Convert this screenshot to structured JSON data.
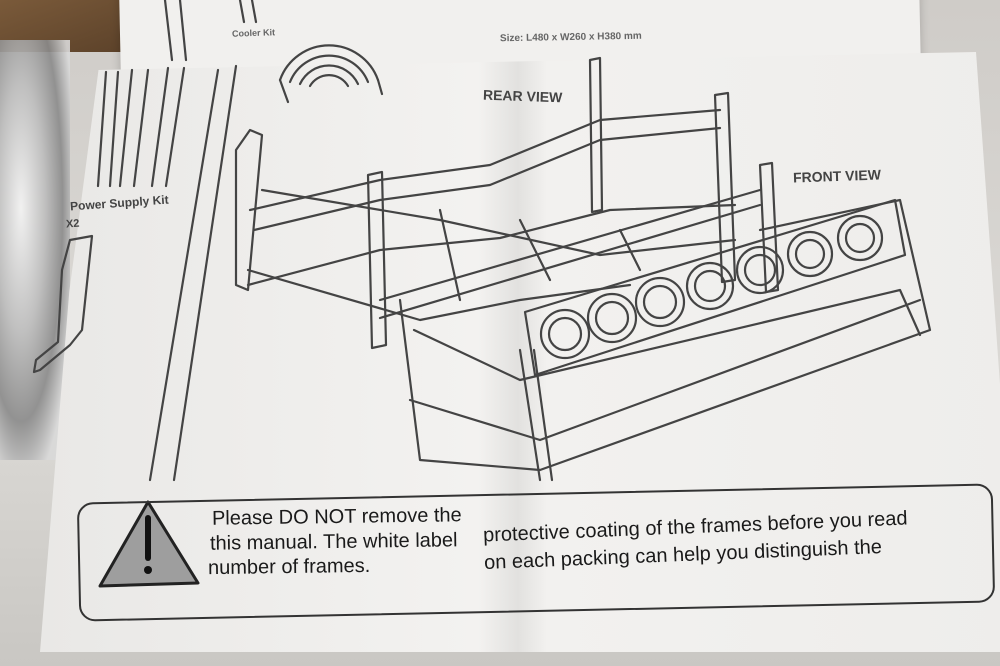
{
  "top_sheet": {
    "cooler_kit_label": "Cooler Kit",
    "size_text": "Size: L480 x W260 x H380 mm"
  },
  "manual": {
    "rear_view_label": "REAR VIEW",
    "front_view_label": "FRONT VIEW",
    "power_supply_label": "Power Supply Kit",
    "part_count": "X2",
    "warning_line1a": "Please DO NOT remove the",
    "warning_line1b": "protective coating of the frames before you read",
    "warning_line2a": "this manual. The white label",
    "warning_line2b": "on each packing can help you distinguish the",
    "warning_line3": "number of frames."
  }
}
